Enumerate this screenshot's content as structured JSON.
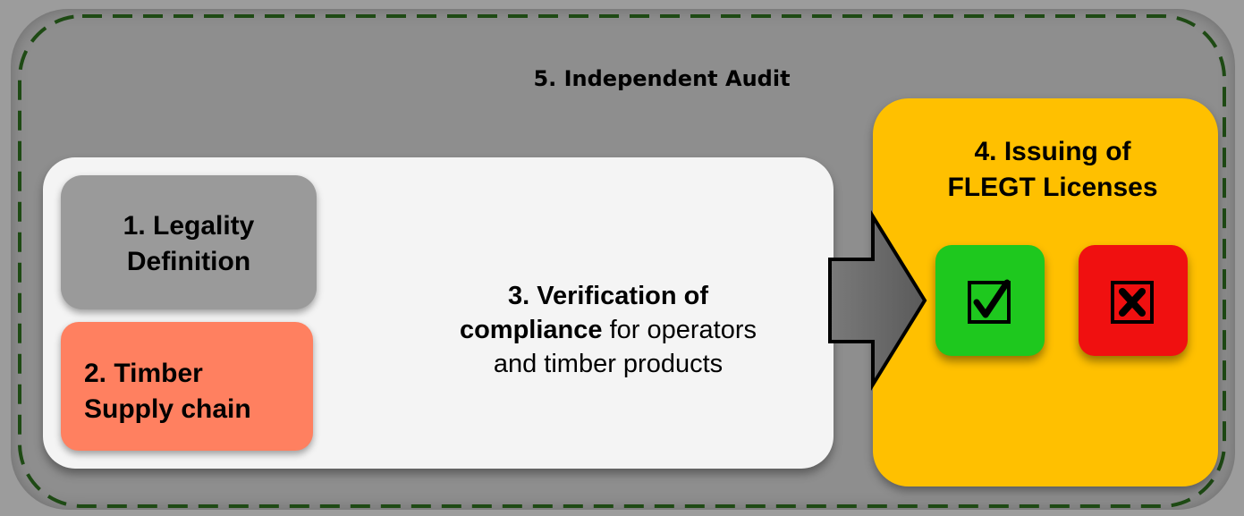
{
  "audit": {
    "label": "5. Independent Audit"
  },
  "verification": {
    "label_bold": "3. Verification of",
    "label_bold_2": "compliance",
    "label_rest": " for operators",
    "label_line3": "and timber products"
  },
  "legality": {
    "line1": "1. Legality",
    "line2": "Definition"
  },
  "timber": {
    "line1": "2. Timber",
    "line2": "Supply chain"
  },
  "licenses": {
    "line1": "4. Issuing of",
    "line2": "FLEGT Licenses",
    "approve_icon": "checkbox-checked-icon",
    "reject_icon": "checkbox-cross-icon"
  },
  "colors": {
    "outer_border": "#1e4a14",
    "timber_box": "#ff8060",
    "license_box": "#ffc000",
    "approve": "#1ec81e",
    "reject": "#f01010"
  }
}
